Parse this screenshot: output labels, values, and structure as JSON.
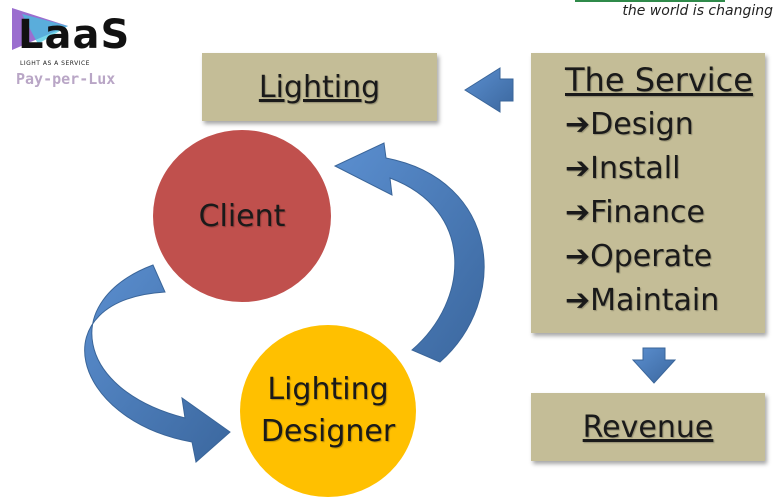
{
  "logo": {
    "text": "LaaS",
    "subtitle": "LIGHT AS A SERVICE",
    "tagline": "Pay-per-Lux"
  },
  "header": {
    "tagline": "the world is changing"
  },
  "nodes": {
    "lighting": "Lighting",
    "client": "Client",
    "designer_line1": "Lighting",
    "designer_line2": "Designer",
    "revenue": "Revenue"
  },
  "service": {
    "title": "The Service",
    "items": [
      "➔Design",
      "➔Install",
      "➔Finance",
      "➔Operate",
      "➔Maintain"
    ]
  },
  "colors": {
    "box": "#c4bd97",
    "client": "#c0504d",
    "designer": "#ffc000",
    "arrow": "#4f81bd"
  }
}
